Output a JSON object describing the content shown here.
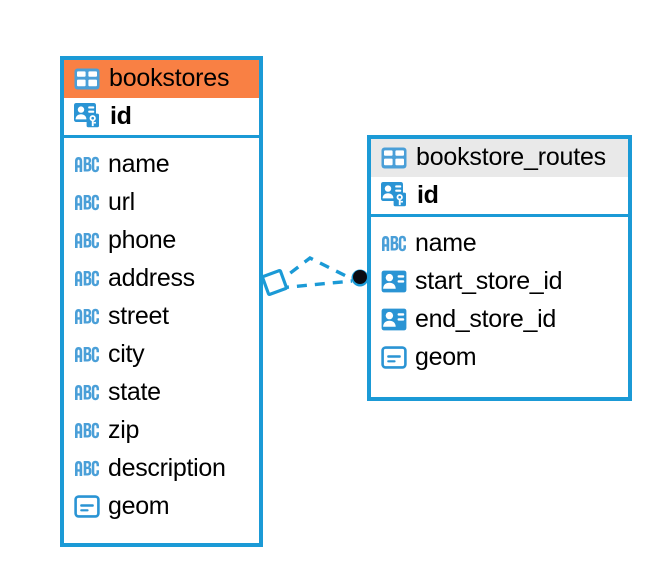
{
  "diagram": {
    "type": "entity-relationship-diagram",
    "background_color": "#ffffff",
    "accent_color": "#1b9ad6",
    "header_highlight_color": "#f98044",
    "header_default_color": "#e9e9e9",
    "relationship": {
      "name": "bookstores-to-bookstore_routes",
      "from_table": "bookstores",
      "to_table": "bookstore_routes",
      "from_marker": "diamond",
      "to_marker": "filled-circle",
      "line_style": "dashed",
      "line_color": "#1b9ad6",
      "branches": 2
    }
  },
  "entities": [
    {
      "id": "bookstores",
      "title": "bookstores",
      "title_icon": "table-icon",
      "header_style": "orange",
      "primary_key": {
        "label": "id",
        "icon": "primary-key-icon"
      },
      "fields": [
        {
          "label": "name",
          "icon": "abc-text-icon"
        },
        {
          "label": "url",
          "icon": "abc-text-icon"
        },
        {
          "label": "phone",
          "icon": "abc-text-icon"
        },
        {
          "label": "address",
          "icon": "abc-text-icon"
        },
        {
          "label": "street",
          "icon": "abc-text-icon"
        },
        {
          "label": "city",
          "icon": "abc-text-icon"
        },
        {
          "label": "state",
          "icon": "abc-text-icon"
        },
        {
          "label": "zip",
          "icon": "abc-text-icon"
        },
        {
          "label": "description",
          "icon": "abc-text-icon"
        },
        {
          "label": "geom",
          "icon": "geometry-icon"
        }
      ]
    },
    {
      "id": "bookstore_routes",
      "title": "bookstore_routes",
      "title_icon": "table-icon",
      "header_style": "grey",
      "primary_key": {
        "label": "id",
        "icon": "primary-key-icon"
      },
      "fields": [
        {
          "label": "name",
          "icon": "abc-text-icon"
        },
        {
          "label": "start_store_id",
          "icon": "foreign-key-icon"
        },
        {
          "label": "end_store_id",
          "icon": "foreign-key-icon"
        },
        {
          "label": "geom",
          "icon": "geometry-icon"
        }
      ]
    }
  ]
}
